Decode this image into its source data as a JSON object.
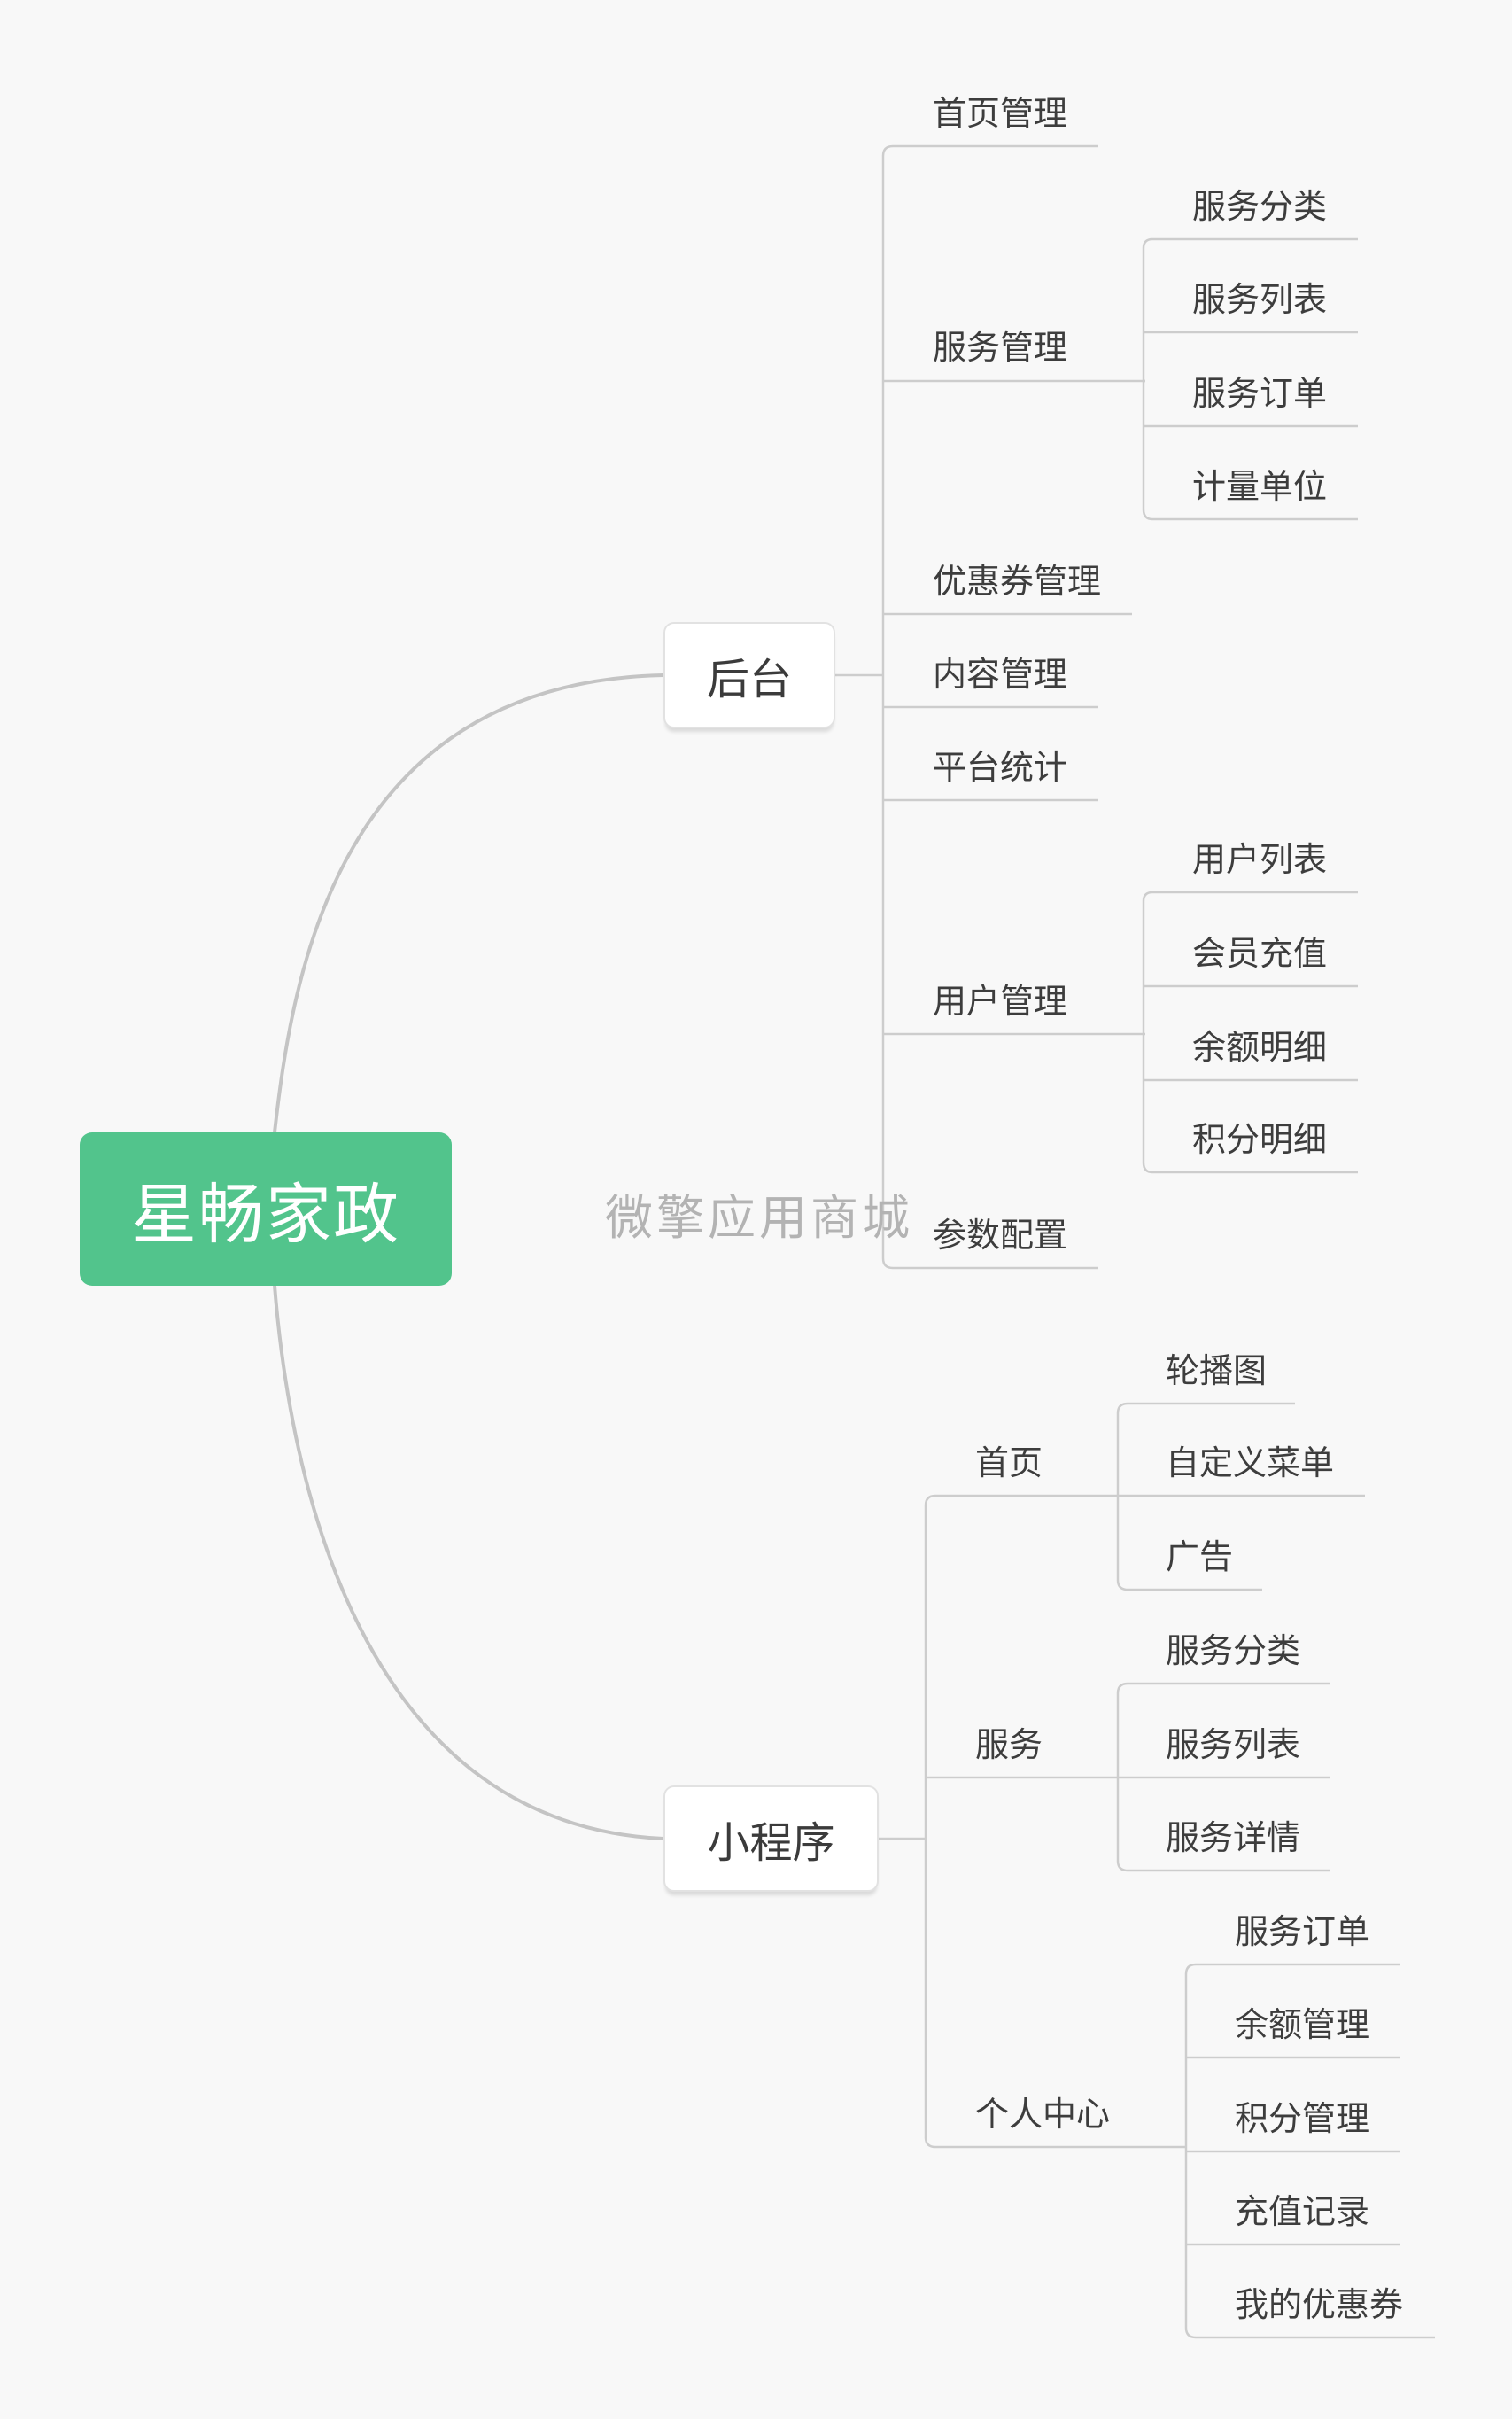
{
  "colors": {
    "root_fill": "#52c48c",
    "line": "#c4c4c4",
    "text": "#3d3d3d",
    "watermark": "#b3b3b3"
  },
  "mindmap": {
    "root": "星畅家政",
    "backend": {
      "label": "后台",
      "home": "首页管理",
      "service_mgmt": {
        "label": "服务管理",
        "items": [
          "服务分类",
          "服务列表",
          "服务订单",
          "计量单位"
        ]
      },
      "coupon": "优惠券管理",
      "content": "内容管理",
      "stats": "平台统计",
      "user_mgmt": {
        "label": "用户管理",
        "items": [
          "用户列表",
          "会员充值",
          "余额明细",
          "积分明细"
        ]
      },
      "params": "参数配置"
    },
    "miniprogram": {
      "label": "小程序",
      "home": {
        "label": "首页",
        "items": [
          "轮播图",
          "自定义菜单",
          "广告"
        ]
      },
      "service": {
        "label": "服务",
        "items": [
          "服务分类",
          "服务列表",
          "服务详情"
        ]
      },
      "personal": {
        "label": "个人中心",
        "items": [
          "服务订单",
          "余额管理",
          "积分管理",
          "充值记录",
          "我的优惠券"
        ]
      }
    }
  },
  "watermark": "微擎应用商城"
}
